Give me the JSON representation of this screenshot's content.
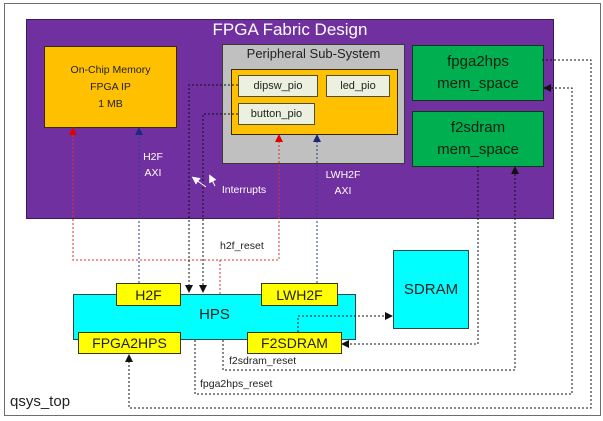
{
  "diagram": {
    "container_label": "qsys_top",
    "fabric": {
      "title": "FPGA Fabric Design",
      "on_chip_memory": [
        "On-Chip Memory",
        "FPGA IP",
        "1 MB"
      ],
      "peripheral_subsystem": {
        "title": "Peripheral Sub-System",
        "pios": [
          "dipsw_pio",
          "led_pio",
          "button_pio"
        ]
      },
      "fpga2hps_mem": [
        "fpga2hps",
        "mem_space"
      ],
      "f2sdram_mem": [
        "f2sdram",
        "mem_space"
      ],
      "labels": {
        "h2f_axi": [
          "H2F",
          "AXI"
        ],
        "lwh2f_axi": [
          "LWH2F",
          "AXI"
        ],
        "interrupts": "Interrupts"
      }
    },
    "hps": {
      "label": "HPS",
      "ports": {
        "h2f": "H2F",
        "lwh2f": "LWH2F",
        "fpga2hps": "FPGA2HPS",
        "f2sdram": "F2SDRAM"
      }
    },
    "sdram": "SDRAM",
    "signals": {
      "h2f_reset": "h2f_reset",
      "f2sdram_reset": "f2sdram_reset",
      "fpga2hps_reset": "fpga2hps_reset"
    },
    "colors": {
      "fabric": "#7030a0",
      "ip_block": "#ffc000",
      "subsystem": "#c0c0c0",
      "pio": "#ebf1de",
      "mem_space": "#00b050",
      "hps": "#00ffff",
      "port": "#ffff00",
      "reset_wire": "#e03030",
      "axi_wire": "#2a3a8a",
      "signal_wire": "#111111"
    }
  }
}
